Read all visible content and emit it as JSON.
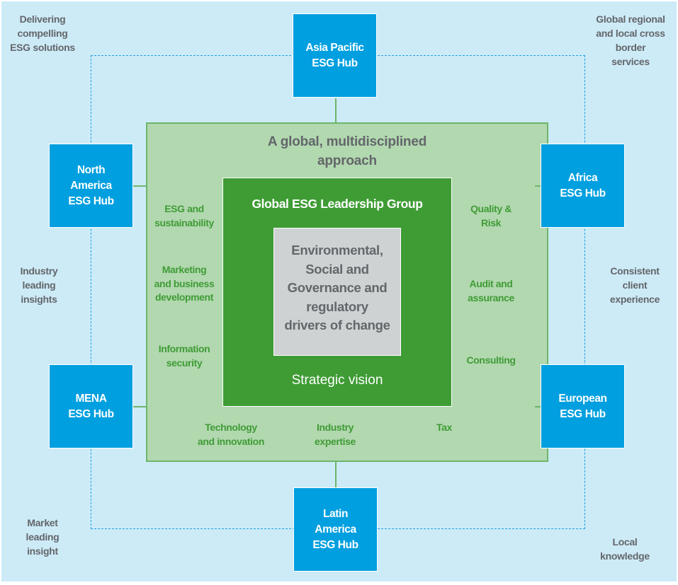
{
  "diagram": {
    "title": "A global, multidisciplined\napproach",
    "leadership_group": "Global ESG Leadership Group",
    "core_drivers": "Environmental,\nSocial and\nGovernance and\nregulatory\ndrivers of change",
    "strategic_vision": "Strategic vision",
    "hubs": {
      "asia_pacific": "Asia Pacific\nESG Hub",
      "north_america": "North\nAmerica\nESG Hub",
      "africa": "Africa\nESG Hub",
      "mena": "MENA\nESG Hub",
      "european": "European\nESG Hub",
      "latin_america": "Latin\nAmerica\nESG Hub"
    },
    "disciplines": {
      "esg_sustainability": "ESG and\nsustainability",
      "marketing": "Marketing\nand business\ndevelopment",
      "information_security": "Information\nsecurity",
      "quality_risk": "Quality &\nRisk",
      "audit_assurance": "Audit and\nassurance",
      "consulting": "Consulting",
      "technology": "Technology\nand innovation",
      "industry_expertise": "Industry\nexpertise",
      "tax": "Tax"
    },
    "benefits": {
      "top_left": "Delivering\ncompelling\nESG solutions",
      "top_right": "Global regional\nand local cross\nborder\nservices",
      "mid_left": "Industry\nleading\ninsights",
      "mid_right": "Consistent\nclient\nexperience",
      "bottom_left": "Market\nleading\ninsight",
      "bottom_right": "Local\nknowledge"
    },
    "colors": {
      "background": "#CDEBF7",
      "hub_blue": "#009FDF",
      "dashed_line": "#1BA1E2",
      "outer_green": "#B2D8B0",
      "inner_green": "#3F9C35",
      "core_gray": "#CFD2D3",
      "text_gray": "#63666A"
    }
  }
}
